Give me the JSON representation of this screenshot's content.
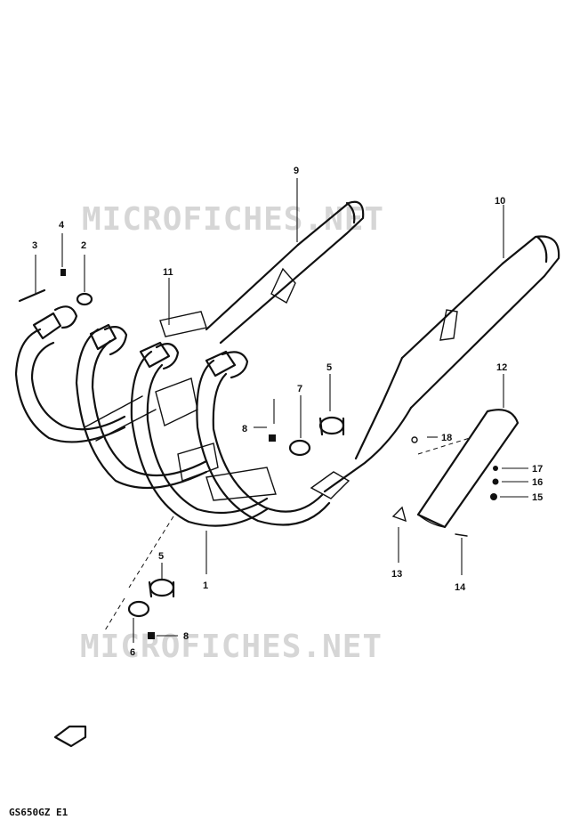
{
  "watermark_top": "MICROFICHES.NET",
  "watermark_bottom": "MICROFICHES.NET",
  "footer_code": "GS650GZ E1",
  "callouts": [
    {
      "id": "c1",
      "label": "1"
    },
    {
      "id": "c2",
      "label": "2"
    },
    {
      "id": "c3",
      "label": "3"
    },
    {
      "id": "c4",
      "label": "4"
    },
    {
      "id": "c5a",
      "label": "5"
    },
    {
      "id": "c5b",
      "label": "5"
    },
    {
      "id": "c6",
      "label": "6"
    },
    {
      "id": "c7",
      "label": "7"
    },
    {
      "id": "c8a",
      "label": "8"
    },
    {
      "id": "c8b",
      "label": "8"
    },
    {
      "id": "c9",
      "label": "9"
    },
    {
      "id": "c10",
      "label": "10"
    },
    {
      "id": "c11",
      "label": "11"
    },
    {
      "id": "c12",
      "label": "12"
    },
    {
      "id": "c13",
      "label": "13"
    },
    {
      "id": "c14",
      "label": "14"
    },
    {
      "id": "c15",
      "label": "15"
    },
    {
      "id": "c16",
      "label": "16"
    },
    {
      "id": "c17",
      "label": "17"
    },
    {
      "id": "c18",
      "label": "18"
    }
  ]
}
